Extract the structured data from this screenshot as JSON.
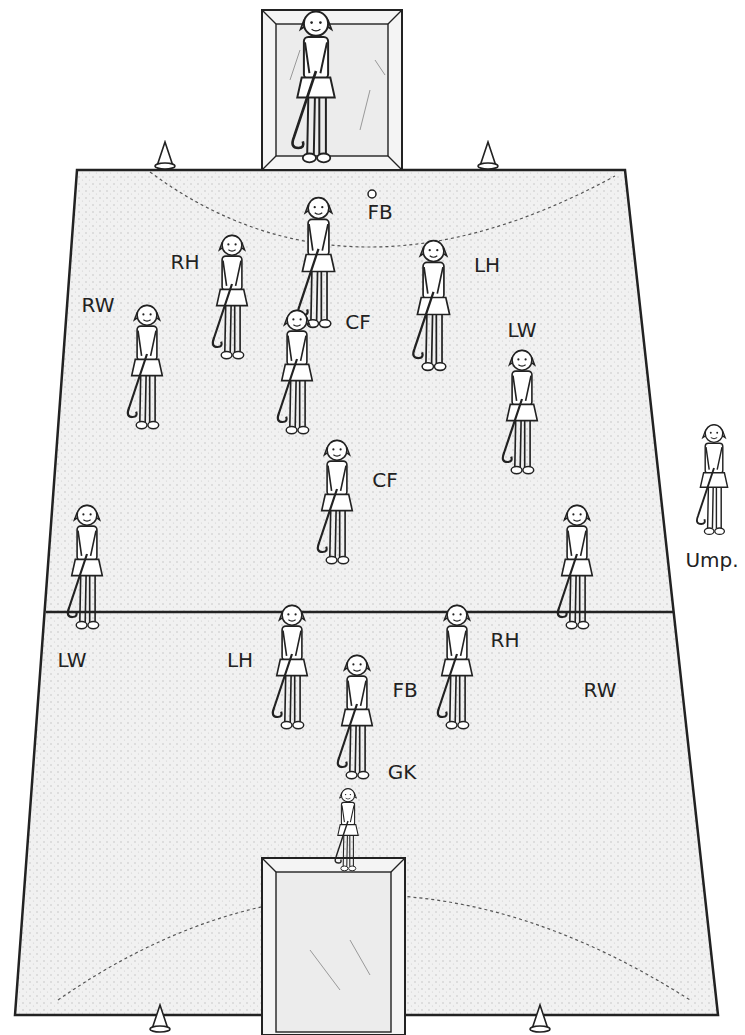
{
  "diagram": {
    "labels": [
      "FB",
      "RH",
      "LH",
      "RW",
      "CF",
      "LW",
      "CF",
      "LW",
      "LH",
      "RH",
      "Ump.",
      "RW",
      "FB",
      "GK"
    ]
  }
}
